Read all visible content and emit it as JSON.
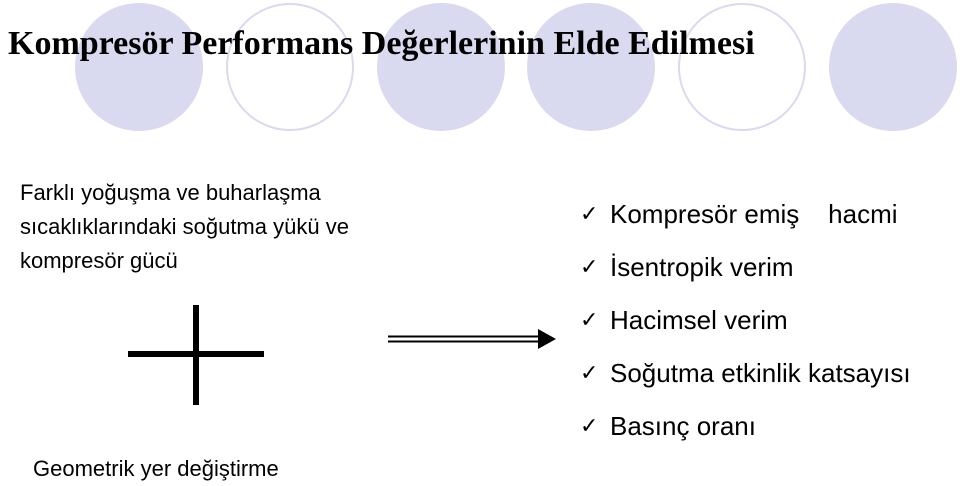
{
  "title": "Kompresör Performans Değerlerinin Elde Edilmesi",
  "left_text": {
    "lines": [
      "Farklı yoğuşma ve buharlaşma",
      "sıcaklıklarındaki soğutma yükü ve",
      "kompresör gücü"
    ]
  },
  "bottom_label": "Geometrik yer değiştirme",
  "bullets": [
    {
      "icon": "checkmark-icon",
      "text": "Kompresör emiş    hacmi"
    },
    {
      "icon": "checkmark-icon",
      "text": "İsentropik verim"
    },
    {
      "icon": "checkmark-icon",
      "text": "Hacimsel verim"
    },
    {
      "icon": "checkmark-icon",
      "text": "Soğutma etkinlik katsayısı"
    },
    {
      "icon": "checkmark-icon",
      "text": "Basınç oranı"
    }
  ],
  "icons": {
    "check_glyph": "✓",
    "plus": "plus-icon",
    "arrow": "right-arrow-icon"
  },
  "colors": {
    "circle_fill": "#d9d9ef",
    "text": "#000000",
    "background": "#ffffff"
  }
}
